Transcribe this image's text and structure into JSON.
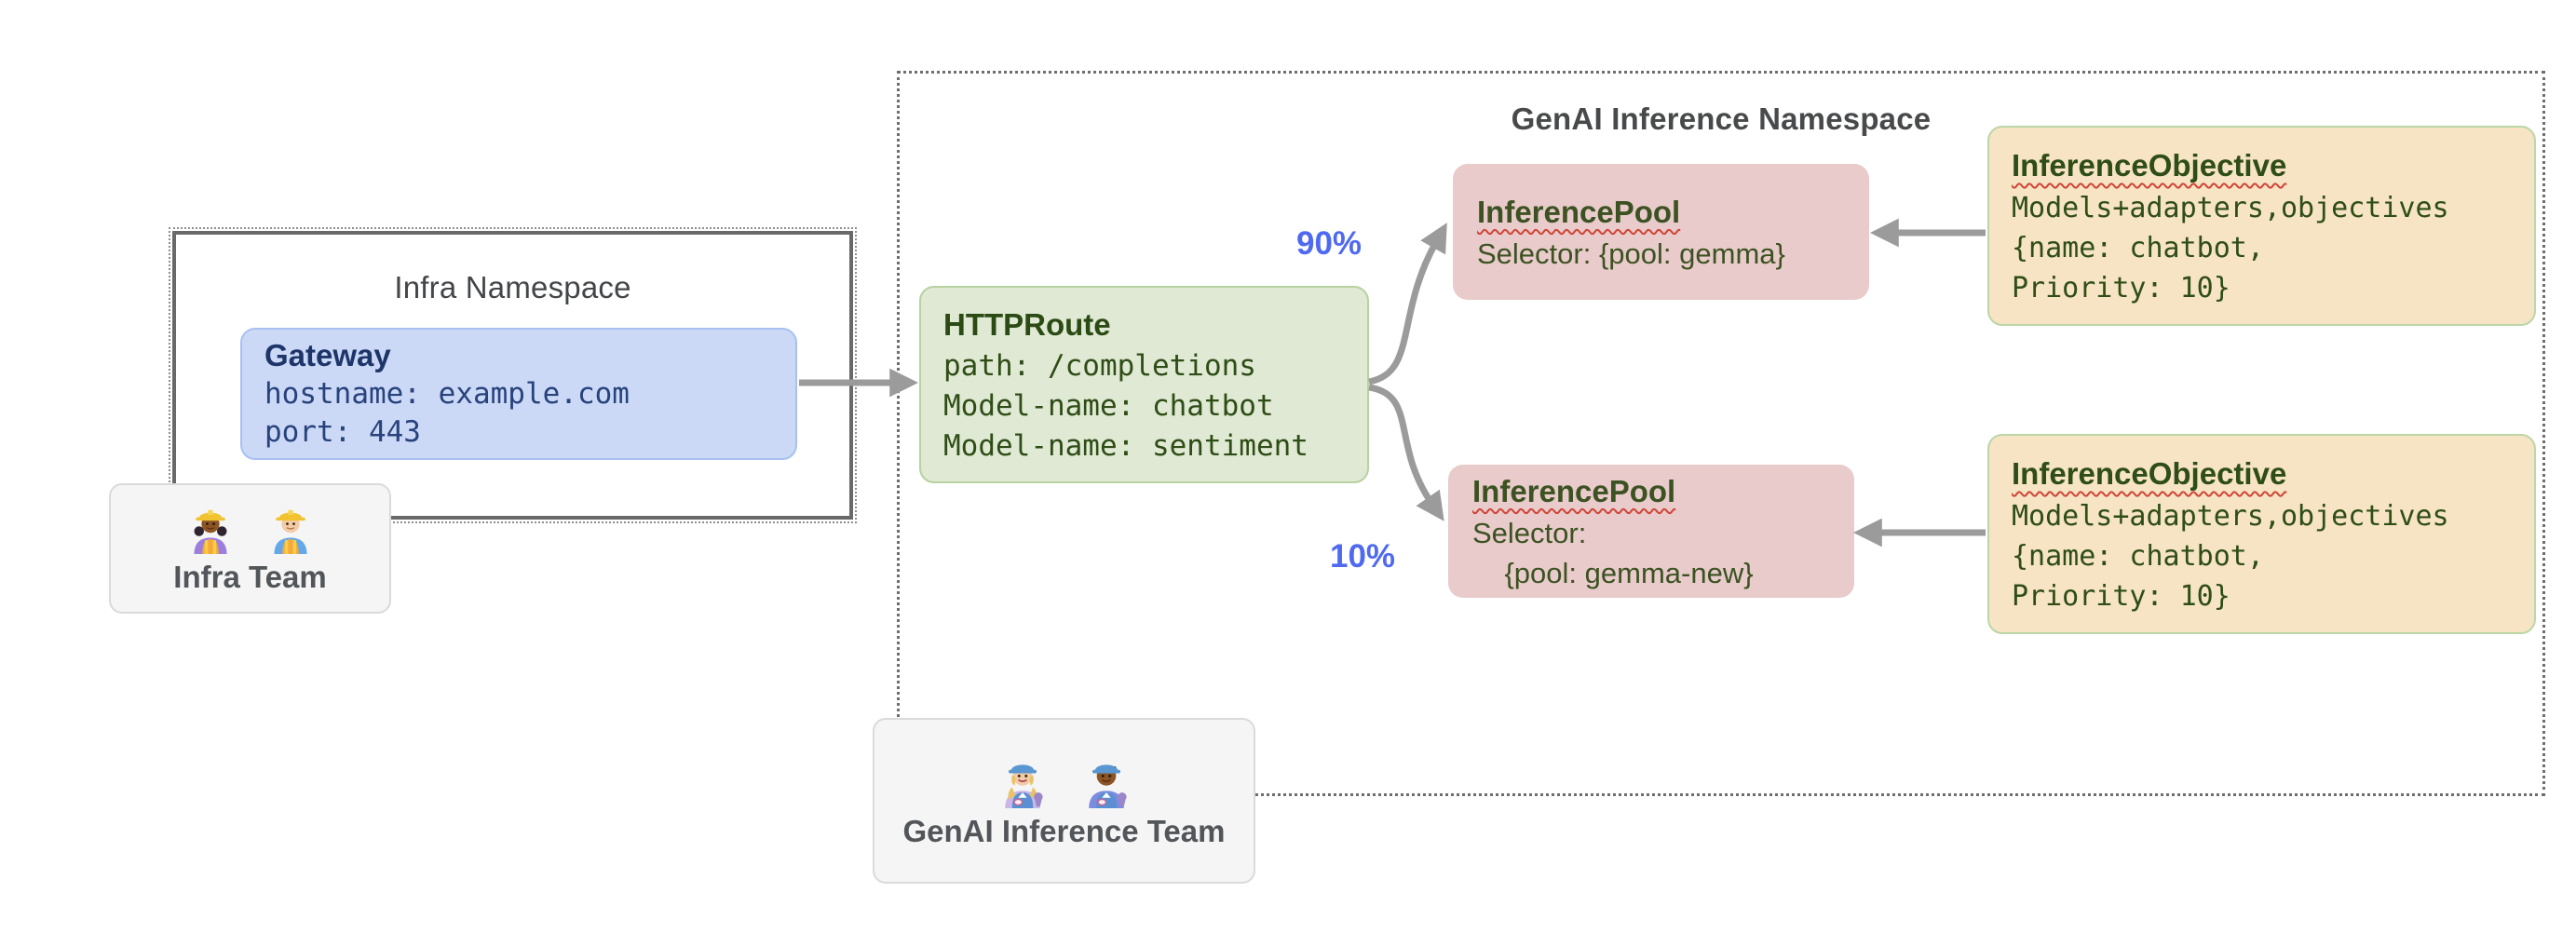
{
  "diagram_title": "Gateway API GenAI inference routing diagram",
  "colors": {
    "gateway_fill": "#cbd9f7",
    "gateway_border": "#a8c1f2",
    "httproute_fill": "#dfe9d4",
    "green_border": "#b8d2a2",
    "pool_fill": "#e8cbca",
    "objective_fill": "#f6e4c4",
    "arrow_gray": "#9b9b9b",
    "percent_blue": "#4f6af0",
    "namespace_border_gray": "#6e6e6e",
    "dark_green_text": "#2f4d16",
    "navy_text": "#1d3569",
    "squiggle_red": "#cf4538"
  },
  "infra_namespace": {
    "label": "Infra Namespace",
    "gateway": {
      "title": "Gateway",
      "lines": [
        "hostname: example.com",
        "port: 443"
      ]
    }
  },
  "infra_team": {
    "label": "Infra Team",
    "icons": [
      "woman-construction-worker-icon",
      "man-construction-worker-icon"
    ]
  },
  "genai_namespace": {
    "label": "GenAI Inference Namespace"
  },
  "httproute": {
    "title": "HTTPRoute",
    "lines": [
      "path: /completions",
      "Model-name: chatbot",
      "Model-name: sentiment"
    ]
  },
  "pool_top": {
    "title": "InferencePool",
    "lines": [
      "Selector: {pool: gemma}"
    ]
  },
  "pool_bottom": {
    "title": "InferencePool",
    "lines": [
      "Selector:",
      "    {pool: gemma-new}"
    ]
  },
  "objective_top": {
    "title": "InferenceObjective",
    "lines": [
      "Models+adapters,objectives",
      "{name: chatbot,",
      "Priority: 10}"
    ]
  },
  "objective_bottom": {
    "title": "InferenceObjective",
    "lines": [
      "Models+adapters,objectives",
      "{name: chatbot,",
      "Priority: 10}"
    ]
  },
  "traffic_split": {
    "top_percent": "90%",
    "bottom_percent": "10%"
  },
  "genai_team": {
    "label": "GenAI Inference Team",
    "icons": [
      "woman-mechanic-icon",
      "man-mechanic-icon"
    ]
  }
}
